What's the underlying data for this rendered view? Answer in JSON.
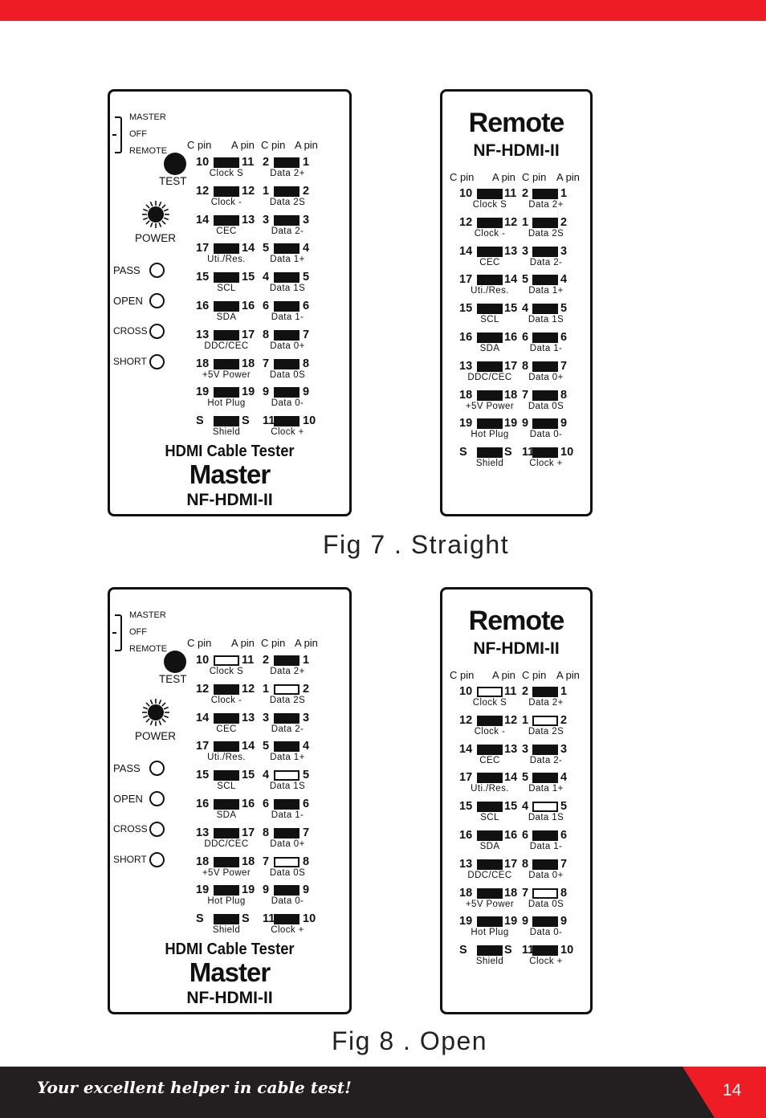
{
  "figures": [
    {
      "caption": "Fig 7 . Straight",
      "master": {
        "switch": [
          "MASTER",
          "OFF",
          "REMOTE"
        ],
        "headers": [
          "C pin",
          "A pin",
          "C pin",
          "A pin"
        ],
        "test_label": "TEST",
        "power_label": "POWER",
        "status_labels": [
          "PASS",
          "OPEN",
          "CROSS",
          "SHORT"
        ],
        "rows": [
          {
            "c1": "10",
            "a1": "11",
            "n1": "Clock S",
            "c2": "2",
            "a2": "1",
            "n2": "Data 2+",
            "led1": "lit",
            "led2": "lit"
          },
          {
            "c1": "12",
            "a1": "12",
            "n1": "Clock -",
            "c2": "1",
            "a2": "2",
            "n2": "Data 2S",
            "led1": "lit",
            "led2": "lit"
          },
          {
            "c1": "14",
            "a1": "13",
            "n1": "CEC",
            "c2": "3",
            "a2": "3",
            "n2": "Data 2-",
            "led1": "lit",
            "led2": "lit"
          },
          {
            "c1": "17",
            "a1": "14",
            "n1": "Uti./Res.",
            "c2": "5",
            "a2": "4",
            "n2": "Data 1+",
            "led1": "lit",
            "led2": "lit"
          },
          {
            "c1": "15",
            "a1": "15",
            "n1": "SCL",
            "c2": "4",
            "a2": "5",
            "n2": "Data 1S",
            "led1": "lit",
            "led2": "lit"
          },
          {
            "c1": "16",
            "a1": "16",
            "n1": "SDA",
            "c2": "6",
            "a2": "6",
            "n2": "Data 1-",
            "led1": "lit",
            "led2": "lit"
          },
          {
            "c1": "13",
            "a1": "17",
            "n1": "DDC/CEC",
            "c2": "8",
            "a2": "7",
            "n2": "Data 0+",
            "led1": "lit",
            "led2": "lit"
          },
          {
            "c1": "18",
            "a1": "18",
            "n1": "+5V Power",
            "c2": "7",
            "a2": "8",
            "n2": "Data 0S",
            "led1": "lit",
            "led2": "lit"
          },
          {
            "c1": "19",
            "a1": "19",
            "n1": "Hot Plug",
            "c2": "9",
            "a2": "9",
            "n2": "Data 0-",
            "led1": "lit",
            "led2": "lit"
          },
          {
            "c1": "S",
            "a1": "S",
            "n1": "Shield",
            "c2": "11",
            "a2": "10",
            "n2": "Clock +",
            "led1": "lit",
            "led2": "lit"
          }
        ],
        "brand_line1": "HDMI Cable Tester",
        "brand_line2": "Master",
        "brand_line3": "NF-HDMI-II"
      },
      "remote": {
        "title": "Remote",
        "model": "NF-HDMI-II",
        "headers": [
          "C pin",
          "A pin",
          "C pin",
          "A pin"
        ],
        "rows": [
          {
            "c1": "10",
            "a1": "11",
            "n1": "Clock S",
            "c2": "2",
            "a2": "1",
            "n2": "Data 2+",
            "led1": "lit",
            "led2": "lit"
          },
          {
            "c1": "12",
            "a1": "12",
            "n1": "Clock -",
            "c2": "1",
            "a2": "2",
            "n2": "Data 2S",
            "led1": "lit",
            "led2": "lit"
          },
          {
            "c1": "14",
            "a1": "13",
            "n1": "CEC",
            "c2": "3",
            "a2": "3",
            "n2": "Data 2-",
            "led1": "lit",
            "led2": "lit"
          },
          {
            "c1": "17",
            "a1": "14",
            "n1": "Uti./Res.",
            "c2": "5",
            "a2": "4",
            "n2": "Data 1+",
            "led1": "lit",
            "led2": "lit"
          },
          {
            "c1": "15",
            "a1": "15",
            "n1": "SCL",
            "c2": "4",
            "a2": "5",
            "n2": "Data 1S",
            "led1": "lit",
            "led2": "lit"
          },
          {
            "c1": "16",
            "a1": "16",
            "n1": "SDA",
            "c2": "6",
            "a2": "6",
            "n2": "Data 1-",
            "led1": "lit",
            "led2": "lit"
          },
          {
            "c1": "13",
            "a1": "17",
            "n1": "DDC/CEC",
            "c2": "8",
            "a2": "7",
            "n2": "Data 0+",
            "led1": "lit",
            "led2": "lit"
          },
          {
            "c1": "18",
            "a1": "18",
            "n1": "+5V Power",
            "c2": "7",
            "a2": "8",
            "n2": "Data 0S",
            "led1": "lit",
            "led2": "lit"
          },
          {
            "c1": "19",
            "a1": "19",
            "n1": "Hot Plug",
            "c2": "9",
            "a2": "9",
            "n2": "Data 0-",
            "led1": "lit",
            "led2": "lit"
          },
          {
            "c1": "S",
            "a1": "S",
            "n1": "Shield",
            "c2": "11",
            "a2": "10",
            "n2": "Clock +",
            "led1": "lit",
            "led2": "lit"
          }
        ]
      }
    },
    {
      "caption": "Fig 8 . Open",
      "master": {
        "switch": [
          "MASTER",
          "OFF",
          "REMOTE"
        ],
        "headers": [
          "C pin",
          "A pin",
          "C pin",
          "A pin"
        ],
        "test_label": "TEST",
        "power_label": "POWER",
        "status_labels": [
          "PASS",
          "OPEN",
          "CROSS",
          "SHORT"
        ],
        "rows": [
          {
            "c1": "10",
            "a1": "11",
            "n1": "Clock S",
            "c2": "2",
            "a2": "1",
            "n2": "Data 2+",
            "led1": "off",
            "led2": "lit"
          },
          {
            "c1": "12",
            "a1": "12",
            "n1": "Clock -",
            "c2": "1",
            "a2": "2",
            "n2": "Data 2S",
            "led1": "lit",
            "led2": "off"
          },
          {
            "c1": "14",
            "a1": "13",
            "n1": "CEC",
            "c2": "3",
            "a2": "3",
            "n2": "Data 2-",
            "led1": "lit",
            "led2": "lit"
          },
          {
            "c1": "17",
            "a1": "14",
            "n1": "Uti./Res.",
            "c2": "5",
            "a2": "4",
            "n2": "Data 1+",
            "led1": "lit",
            "led2": "lit"
          },
          {
            "c1": "15",
            "a1": "15",
            "n1": "SCL",
            "c2": "4",
            "a2": "5",
            "n2": "Data 1S",
            "led1": "lit",
            "led2": "off"
          },
          {
            "c1": "16",
            "a1": "16",
            "n1": "SDA",
            "c2": "6",
            "a2": "6",
            "n2": "Data 1-",
            "led1": "lit",
            "led2": "lit"
          },
          {
            "c1": "13",
            "a1": "17",
            "n1": "DDC/CEC",
            "c2": "8",
            "a2": "7",
            "n2": "Data 0+",
            "led1": "lit",
            "led2": "lit"
          },
          {
            "c1": "18",
            "a1": "18",
            "n1": "+5V Power",
            "c2": "7",
            "a2": "8",
            "n2": "Data 0S",
            "led1": "lit",
            "led2": "off"
          },
          {
            "c1": "19",
            "a1": "19",
            "n1": "Hot Plug",
            "c2": "9",
            "a2": "9",
            "n2": "Data 0-",
            "led1": "lit",
            "led2": "lit"
          },
          {
            "c1": "S",
            "a1": "S",
            "n1": "Shield",
            "c2": "11",
            "a2": "10",
            "n2": "Clock +",
            "led1": "lit",
            "led2": "lit"
          }
        ],
        "brand_line1": "HDMI Cable Tester",
        "brand_line2": "Master",
        "brand_line3": "NF-HDMI-II"
      },
      "remote": {
        "title": "Remote",
        "model": "NF-HDMI-II",
        "headers": [
          "C pin",
          "A pin",
          "C pin",
          "A pin"
        ],
        "rows": [
          {
            "c1": "10",
            "a1": "11",
            "n1": "Clock S",
            "c2": "2",
            "a2": "1",
            "n2": "Data 2+",
            "led1": "off",
            "led2": "lit"
          },
          {
            "c1": "12",
            "a1": "12",
            "n1": "Clock -",
            "c2": "1",
            "a2": "2",
            "n2": "Data 2S",
            "led1": "lit",
            "led2": "off"
          },
          {
            "c1": "14",
            "a1": "13",
            "n1": "CEC",
            "c2": "3",
            "a2": "3",
            "n2": "Data 2-",
            "led1": "lit",
            "led2": "lit"
          },
          {
            "c1": "17",
            "a1": "14",
            "n1": "Uti./Res.",
            "c2": "5",
            "a2": "4",
            "n2": "Data 1+",
            "led1": "lit",
            "led2": "lit"
          },
          {
            "c1": "15",
            "a1": "15",
            "n1": "SCL",
            "c2": "4",
            "a2": "5",
            "n2": "Data 1S",
            "led1": "lit",
            "led2": "off"
          },
          {
            "c1": "16",
            "a1": "16",
            "n1": "SDA",
            "c2": "6",
            "a2": "6",
            "n2": "Data 1-",
            "led1": "lit",
            "led2": "lit"
          },
          {
            "c1": "13",
            "a1": "17",
            "n1": "DDC/CEC",
            "c2": "8",
            "a2": "7",
            "n2": "Data 0+",
            "led1": "lit",
            "led2": "lit"
          },
          {
            "c1": "18",
            "a1": "18",
            "n1": "+5V Power",
            "c2": "7",
            "a2": "8",
            "n2": "Data 0S",
            "led1": "lit",
            "led2": "off"
          },
          {
            "c1": "19",
            "a1": "19",
            "n1": "Hot Plug",
            "c2": "9",
            "a2": "9",
            "n2": "Data 0-",
            "led1": "lit",
            "led2": "lit"
          },
          {
            "c1": "S",
            "a1": "S",
            "n1": "Shield",
            "c2": "11",
            "a2": "10",
            "n2": "Clock +",
            "led1": "lit",
            "led2": "lit"
          }
        ]
      }
    }
  ],
  "footer": {
    "tagline": "Your excellent helper in cable test!",
    "page_number": "14"
  },
  "colors": {
    "accent_red": "#ee1c25",
    "footer_dark": "#231f20"
  }
}
